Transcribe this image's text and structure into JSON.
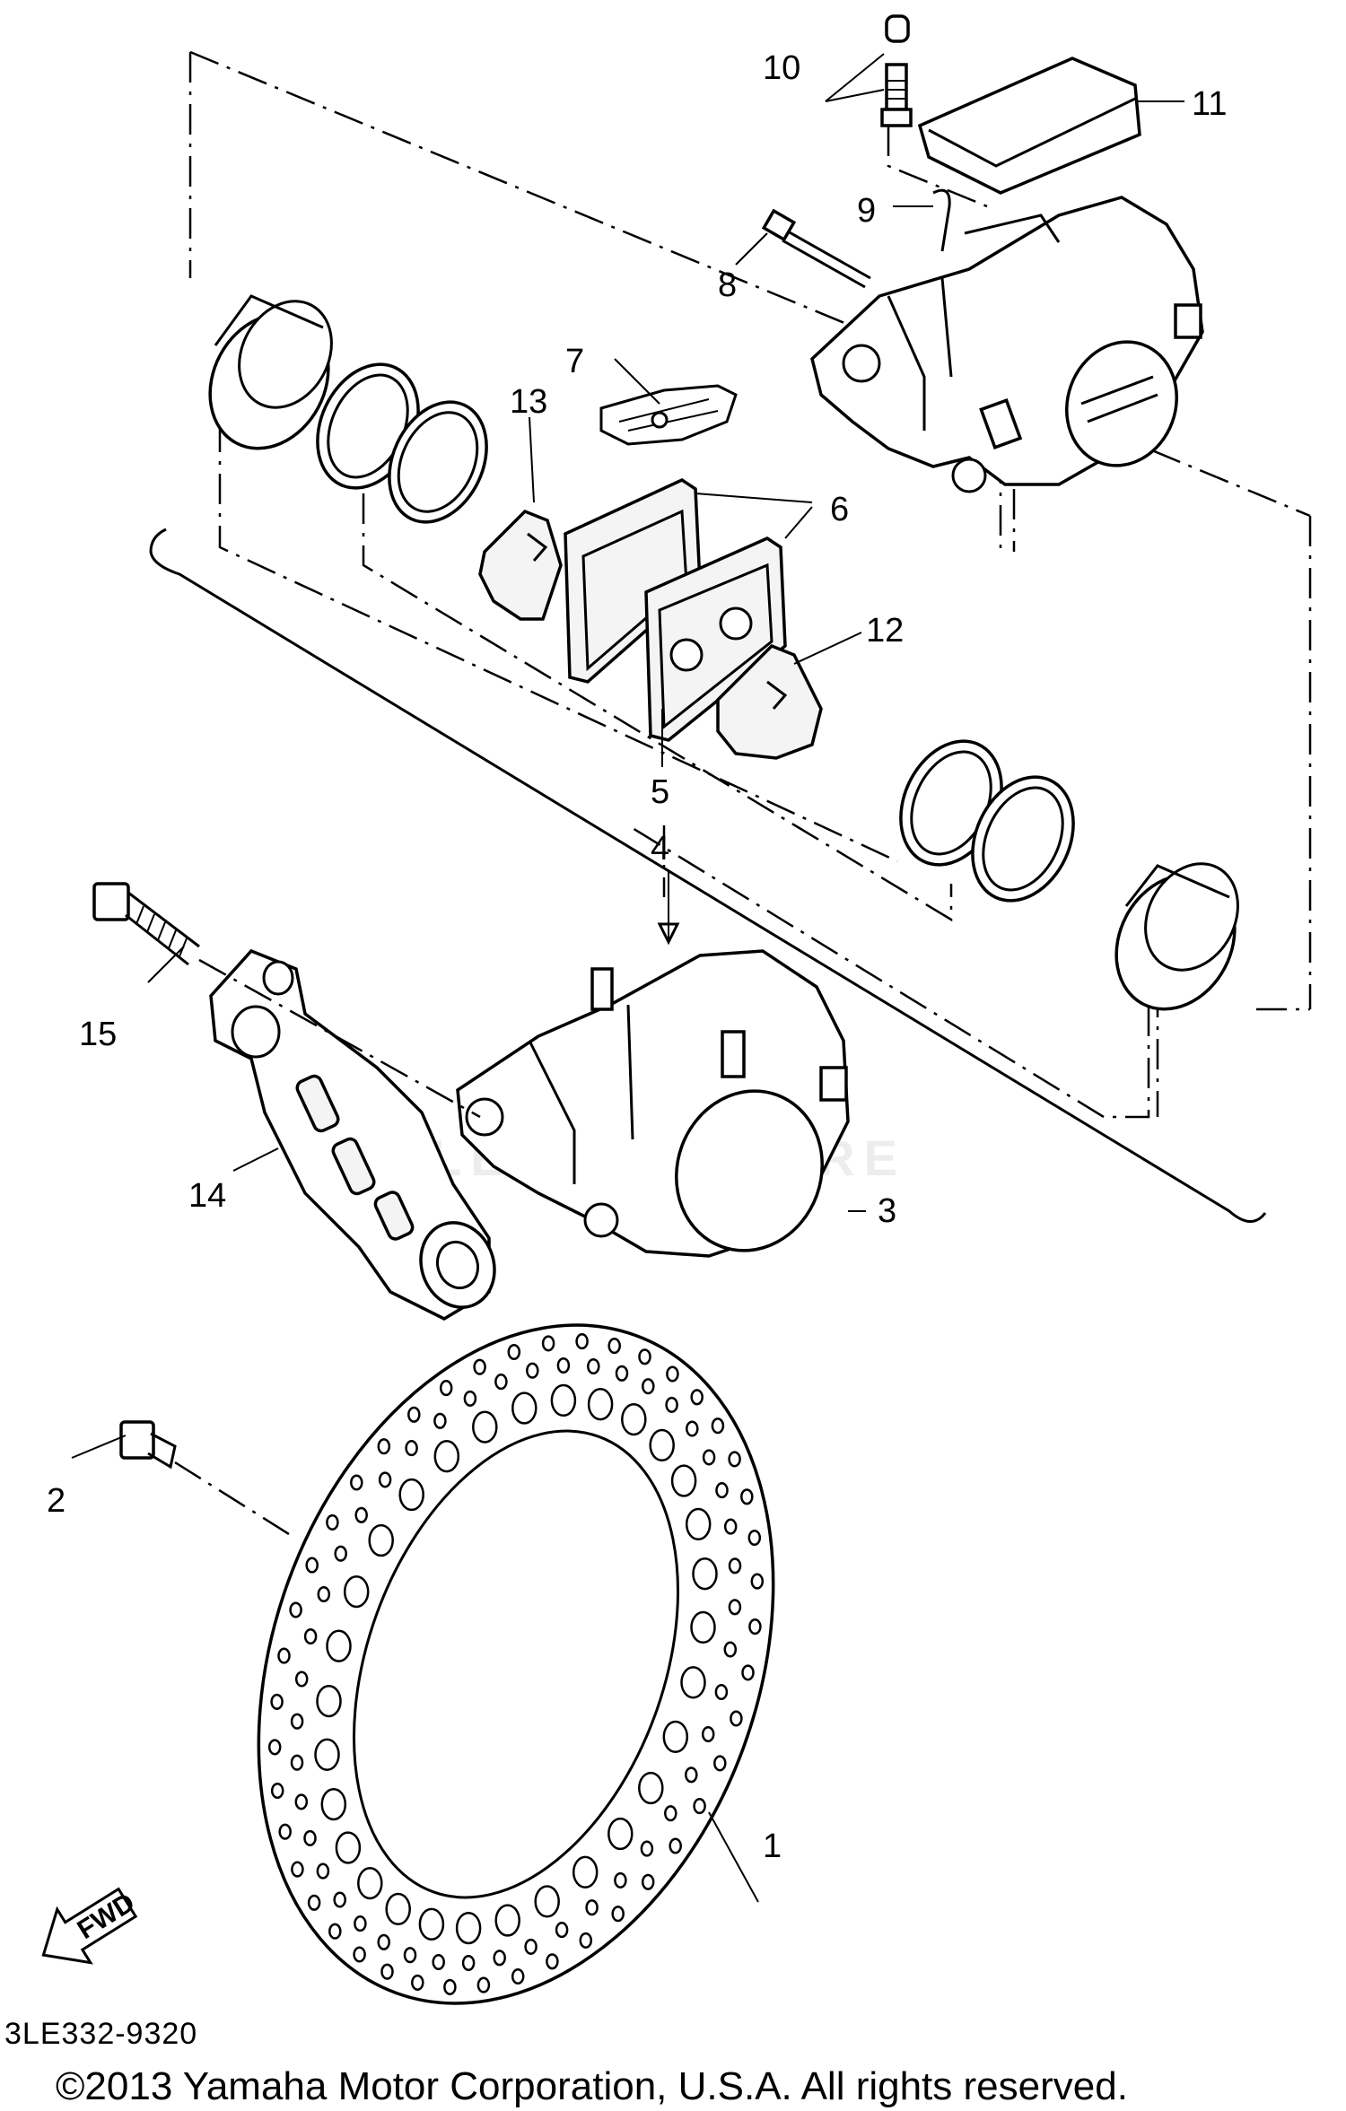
{
  "diagram": {
    "part_labels": [
      {
        "id": "1",
        "text": "1"
      },
      {
        "id": "2",
        "text": "2"
      },
      {
        "id": "3",
        "text": "3"
      },
      {
        "id": "4",
        "text": "4"
      },
      {
        "id": "5",
        "text": "5"
      },
      {
        "id": "6",
        "text": "6"
      },
      {
        "id": "7",
        "text": "7"
      },
      {
        "id": "8",
        "text": "8"
      },
      {
        "id": "9",
        "text": "9"
      },
      {
        "id": "10",
        "text": "10"
      },
      {
        "id": "11",
        "text": "11"
      },
      {
        "id": "12",
        "text": "12"
      },
      {
        "id": "13",
        "text": "13"
      },
      {
        "id": "14",
        "text": "14"
      },
      {
        "id": "15",
        "text": "15"
      }
    ],
    "fwd_arrow_text": "FWD",
    "diagram_code": "3LE332-9320",
    "watermark_text": "LEADVENTURE",
    "copyright": "©2013 Yamaha Motor Corporation, U.S.A. All rights reserved."
  },
  "colors": {
    "ink": "#000000",
    "background": "#ffffff",
    "watermark": "#d9d9d9"
  }
}
